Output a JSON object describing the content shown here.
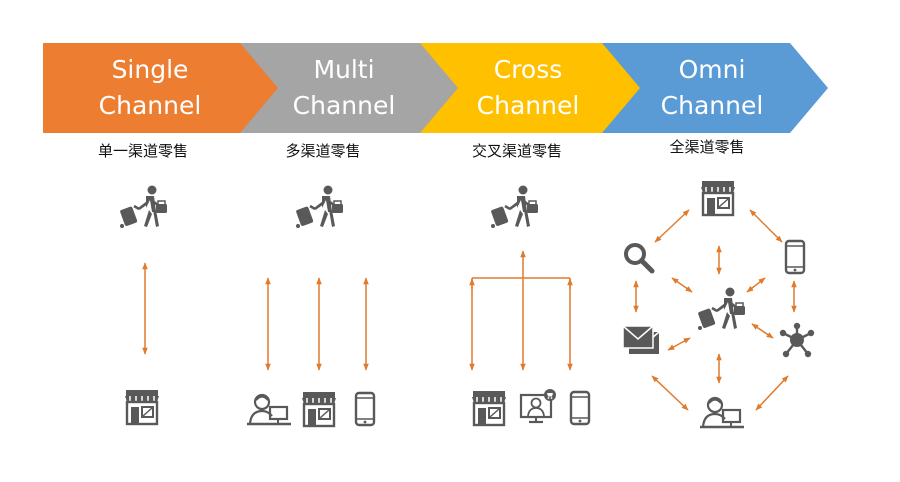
{
  "stages": [
    {
      "line1": "Single",
      "line2": "Channel",
      "subtitle": "单一渠道零售",
      "color": "#ED7D31"
    },
    {
      "line1": "Multi",
      "line2": "Channel",
      "subtitle": "多渠道零售",
      "color": "#A5A5A5"
    },
    {
      "line1": "Cross",
      "line2": "Channel",
      "subtitle": "交叉渠道零售",
      "color": "#FFC000"
    },
    {
      "line1": "Omni",
      "line2": "Channel",
      "subtitle": "全渠道零售",
      "color": "#5B9BD5"
    }
  ],
  "colors": {
    "arrow": "#E07B2E",
    "icon": "#595959"
  },
  "icons": [
    "shopper-icon",
    "store-icon",
    "computer-user-icon",
    "mobile-phone-icon",
    "online-shopper-icon",
    "search-icon",
    "mail-icon",
    "social-network-icon"
  ]
}
